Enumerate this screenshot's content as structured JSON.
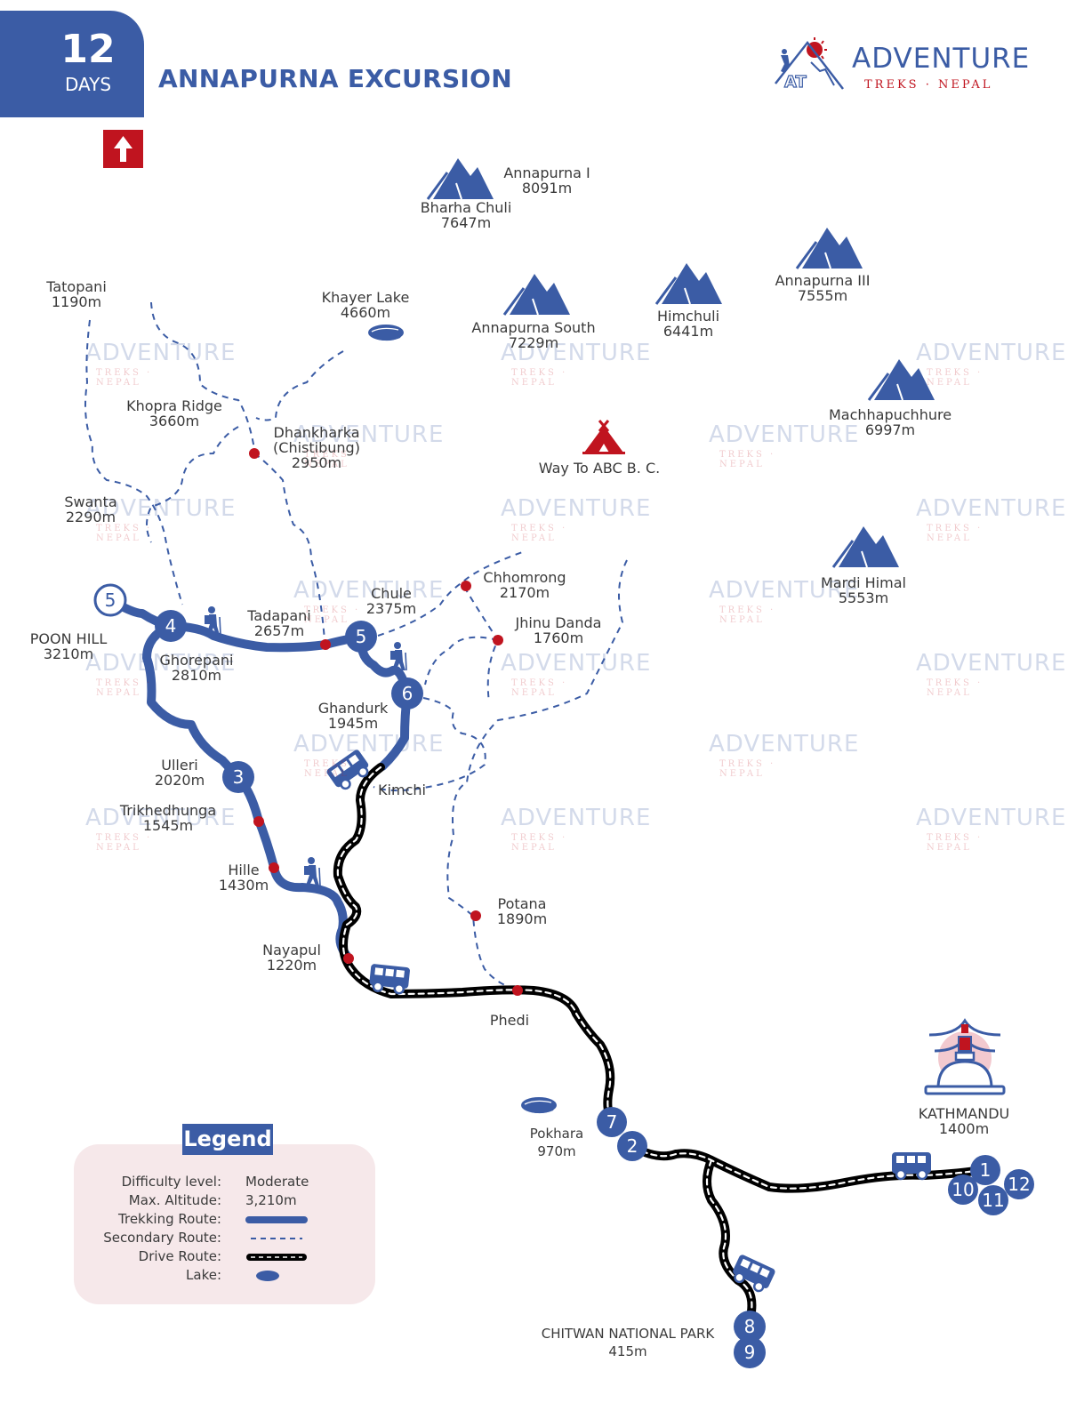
{
  "header": {
    "days_number": "12",
    "days_label": "DAYS",
    "title": "ANNAPURNA EXCURSION",
    "north_icon": "north-arrow-icon"
  },
  "logo": {
    "word": "ADVENTURE",
    "sub": "TREKS · NEPAL",
    "icon": "mountain-climber-sun-icon"
  },
  "colors": {
    "brand_blue": "#3b5ca5",
    "brand_red": "#c0141f",
    "text": "#3a3a3a",
    "legend_bg": "#f6e8ea",
    "road": "#000000"
  },
  "peaks": [
    {
      "name": "Annapurna I",
      "alt": "8091m"
    },
    {
      "name": "Bharha Chuli",
      "alt": "7647m"
    },
    {
      "name": "Annapurna South",
      "alt": "7229m"
    },
    {
      "name": "Himchuli",
      "alt": "6441m"
    },
    {
      "name": "Annapurna III",
      "alt": "7555m"
    },
    {
      "name": "Machhapuchhure",
      "alt": "6997m"
    },
    {
      "name": "Mardi Himal",
      "alt": "5553m"
    }
  ],
  "places": [
    {
      "name": "Tatopani",
      "alt": "1190m"
    },
    {
      "name": "Khayer Lake",
      "alt": "4660m"
    },
    {
      "name": "Khopra Ridge",
      "alt": "3660m"
    },
    {
      "name": "Dhankharka",
      "name2": "(Chistibung)",
      "alt": "2950m"
    },
    {
      "name": "Swanta",
      "alt": "2290m"
    },
    {
      "name": "Way To ABC B. C.",
      "alt": ""
    },
    {
      "name": "Chhomrong",
      "alt": "2170m"
    },
    {
      "name": "Chule",
      "alt": "2375m"
    },
    {
      "name": "Tadapani",
      "alt": "2657m"
    },
    {
      "name": "Jhinu Danda",
      "alt": "1760m"
    },
    {
      "name": "POON HILL",
      "alt": "3210m"
    },
    {
      "name": "Ghorepani",
      "alt": "2810m"
    },
    {
      "name": "Ghandurk",
      "alt": "1945m"
    },
    {
      "name": "Ulleri",
      "alt": "2020m"
    },
    {
      "name": "Kimchi",
      "alt": ""
    },
    {
      "name": "Trikhedhunga",
      "alt": "1545m"
    },
    {
      "name": "Hille",
      "alt": "1430m"
    },
    {
      "name": "Potana",
      "alt": "1890m"
    },
    {
      "name": "Nayapul",
      "alt": "1220m"
    },
    {
      "name": "Phedi",
      "alt": ""
    },
    {
      "name": "Pokhara",
      "alt": "970m"
    },
    {
      "name": "KATHMANDU",
      "alt": "1400m"
    },
    {
      "name": "CHITWAN NATIONAL PARK",
      "alt": "415m"
    }
  ],
  "day_markers": [
    "5",
    "4",
    "5",
    "6",
    "3",
    "7",
    "2",
    "1",
    "10",
    "11",
    "12",
    "8",
    "9"
  ],
  "legend": {
    "title": "Legend",
    "rows": [
      {
        "key": "Difficulty level:",
        "value": "Moderate"
      },
      {
        "key": "Max. Altitude:",
        "value": "3,210m"
      },
      {
        "key": "Trekking Route:",
        "value": "trekking-route-line"
      },
      {
        "key": "Secondary Route:",
        "value": "secondary-route-line"
      },
      {
        "key": "Drive Route:",
        "value": "drive-route-line"
      },
      {
        "key": "Lake:",
        "value": "lake-icon"
      }
    ]
  },
  "watermark": {
    "word": "ADVENTURE",
    "sub": "TREKS · NEPAL"
  }
}
